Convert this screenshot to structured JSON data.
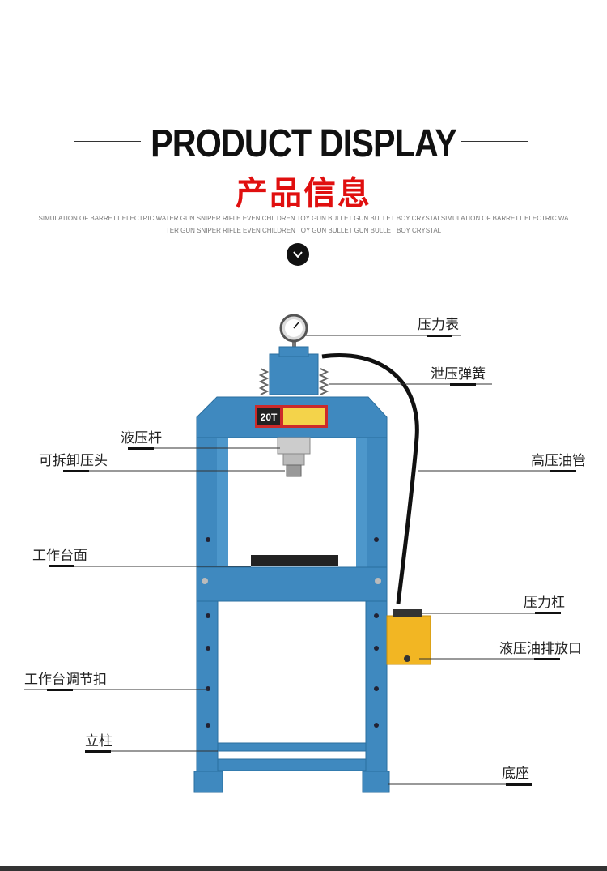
{
  "header": {
    "title_en": "PRODUCT DISPLAY",
    "title_cn": "产品信息",
    "subtitle_line1": "SIMULATION OF BARRETT ELECTRIC WATER GUN SNIPER RIFLE EVEN CHILDREN TOY GUN BULLET GUN BULLET BOY CRYSTALSIMULATION OF BARRETT ELECTRIC WA",
    "subtitle_line2": "TER GUN SNIPER RIFLE EVEN CHILDREN TOY GUN BULLET GUN BULLET BOY CRYSTAL",
    "arrow_icon": "chevron-down-icon"
  },
  "machine": {
    "badge": "20T",
    "frame_color": "#3f89bf",
    "pump_color": "#f2b623"
  },
  "labels": {
    "pressure_gauge": "压力表",
    "release_spring": "泄压弹簧",
    "hydraulic_rod": "液压杆",
    "removable_head": "可拆卸压头",
    "high_pressure_hose": "高压油管",
    "work_table": "工作台面",
    "pressure_lever": "压力杠",
    "oil_drain_port": "液压油排放口",
    "table_adjust_buckle": "工作台调节扣",
    "column": "立柱",
    "base": "底座"
  }
}
